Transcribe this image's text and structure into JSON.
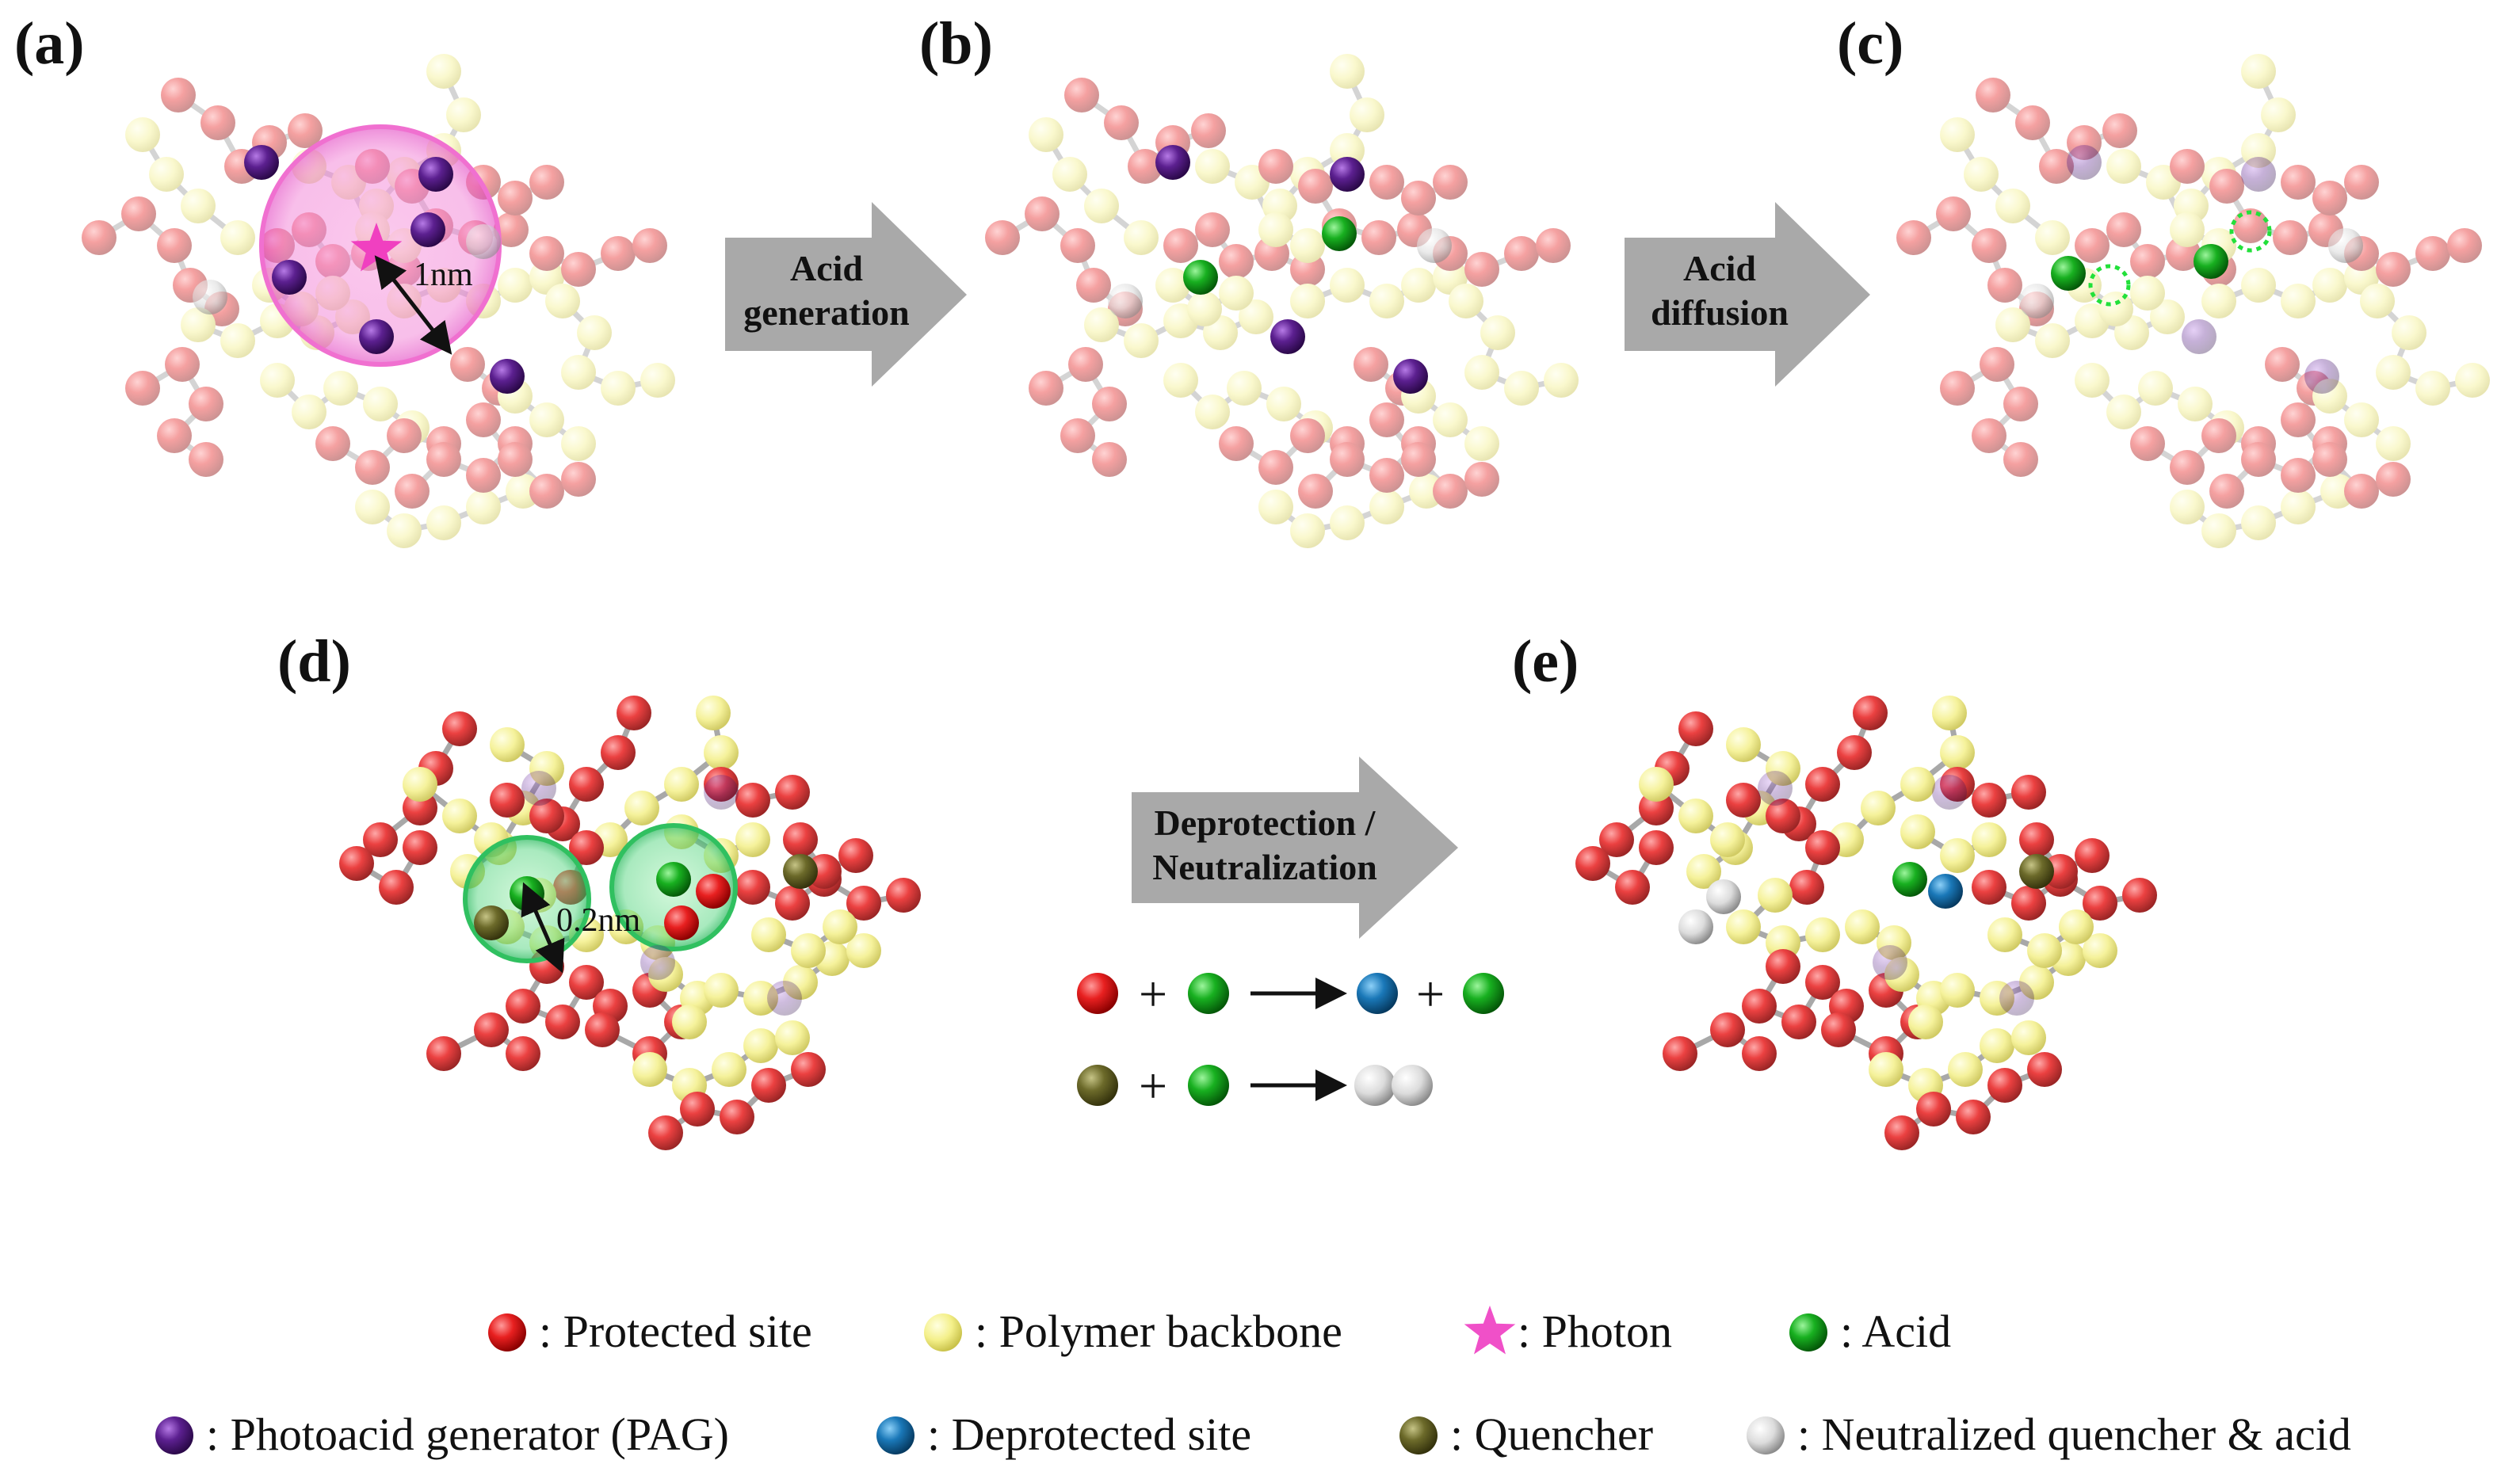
{
  "panels": [
    {
      "label": "(a)"
    },
    {
      "label": "(b)"
    },
    {
      "label": "(c)"
    },
    {
      "label": "(d)"
    },
    {
      "label": "(e)"
    }
  ],
  "arrows": [
    {
      "line1": "Acid",
      "line2": "generation"
    },
    {
      "line1": "Acid",
      "line2": "diffusion"
    },
    {
      "line1": "Deprotection /",
      "line2": "Neutralization"
    }
  ],
  "scales": {
    "radius_a": "1nm",
    "radius_d": "0.2nm"
  },
  "equations": {
    "plus": "+"
  },
  "legend": [
    {
      "kind": "protected",
      "text": ": Protected site",
      "color": "#e01818"
    },
    {
      "kind": "backbone",
      "text": ": Polymer backbone",
      "color": "#f2ee6a"
    },
    {
      "kind": "photon",
      "text": ": Photon",
      "color": "#f040c0"
    },
    {
      "kind": "acid",
      "text": ": Acid",
      "color": "#14a81e"
    },
    {
      "kind": "pag",
      "text": ": Photoacid generator (PAG)",
      "color": "#5a1f8c"
    },
    {
      "kind": "deprotected",
      "text": ": Deprotected site",
      "color": "#1273b0"
    },
    {
      "kind": "quencher",
      "text": ": Quencher",
      "color": "#6b6a2a"
    },
    {
      "kind": "neutralized",
      "text": ": Neutralized quencher & acid",
      "color": "#d8d8d8"
    }
  ]
}
